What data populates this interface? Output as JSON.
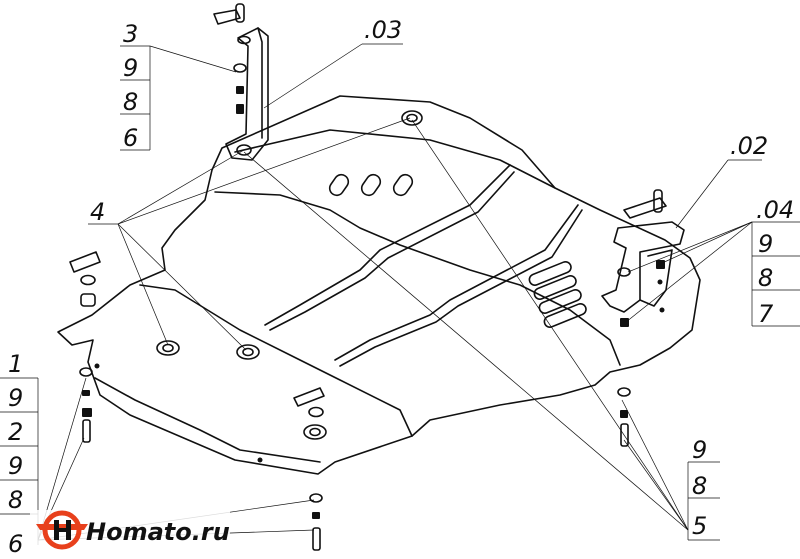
{
  "callouts": {
    "top_left": {
      "items": [
        "3",
        "9",
        "8",
        "6"
      ]
    },
    "part_03": ".03",
    "part_02": ".02",
    "right": {
      "items": [
        ".04",
        "9",
        "8",
        "7"
      ]
    },
    "left_mid": "4",
    "bottom_left": {
      "items": [
        "1",
        "9",
        "2",
        "9",
        "8",
        "6"
      ]
    },
    "bottom_right": {
      "items": [
        "9",
        "8",
        "5"
      ]
    }
  },
  "logo": {
    "text": "Homato.ru",
    "color": "#e8401c"
  }
}
